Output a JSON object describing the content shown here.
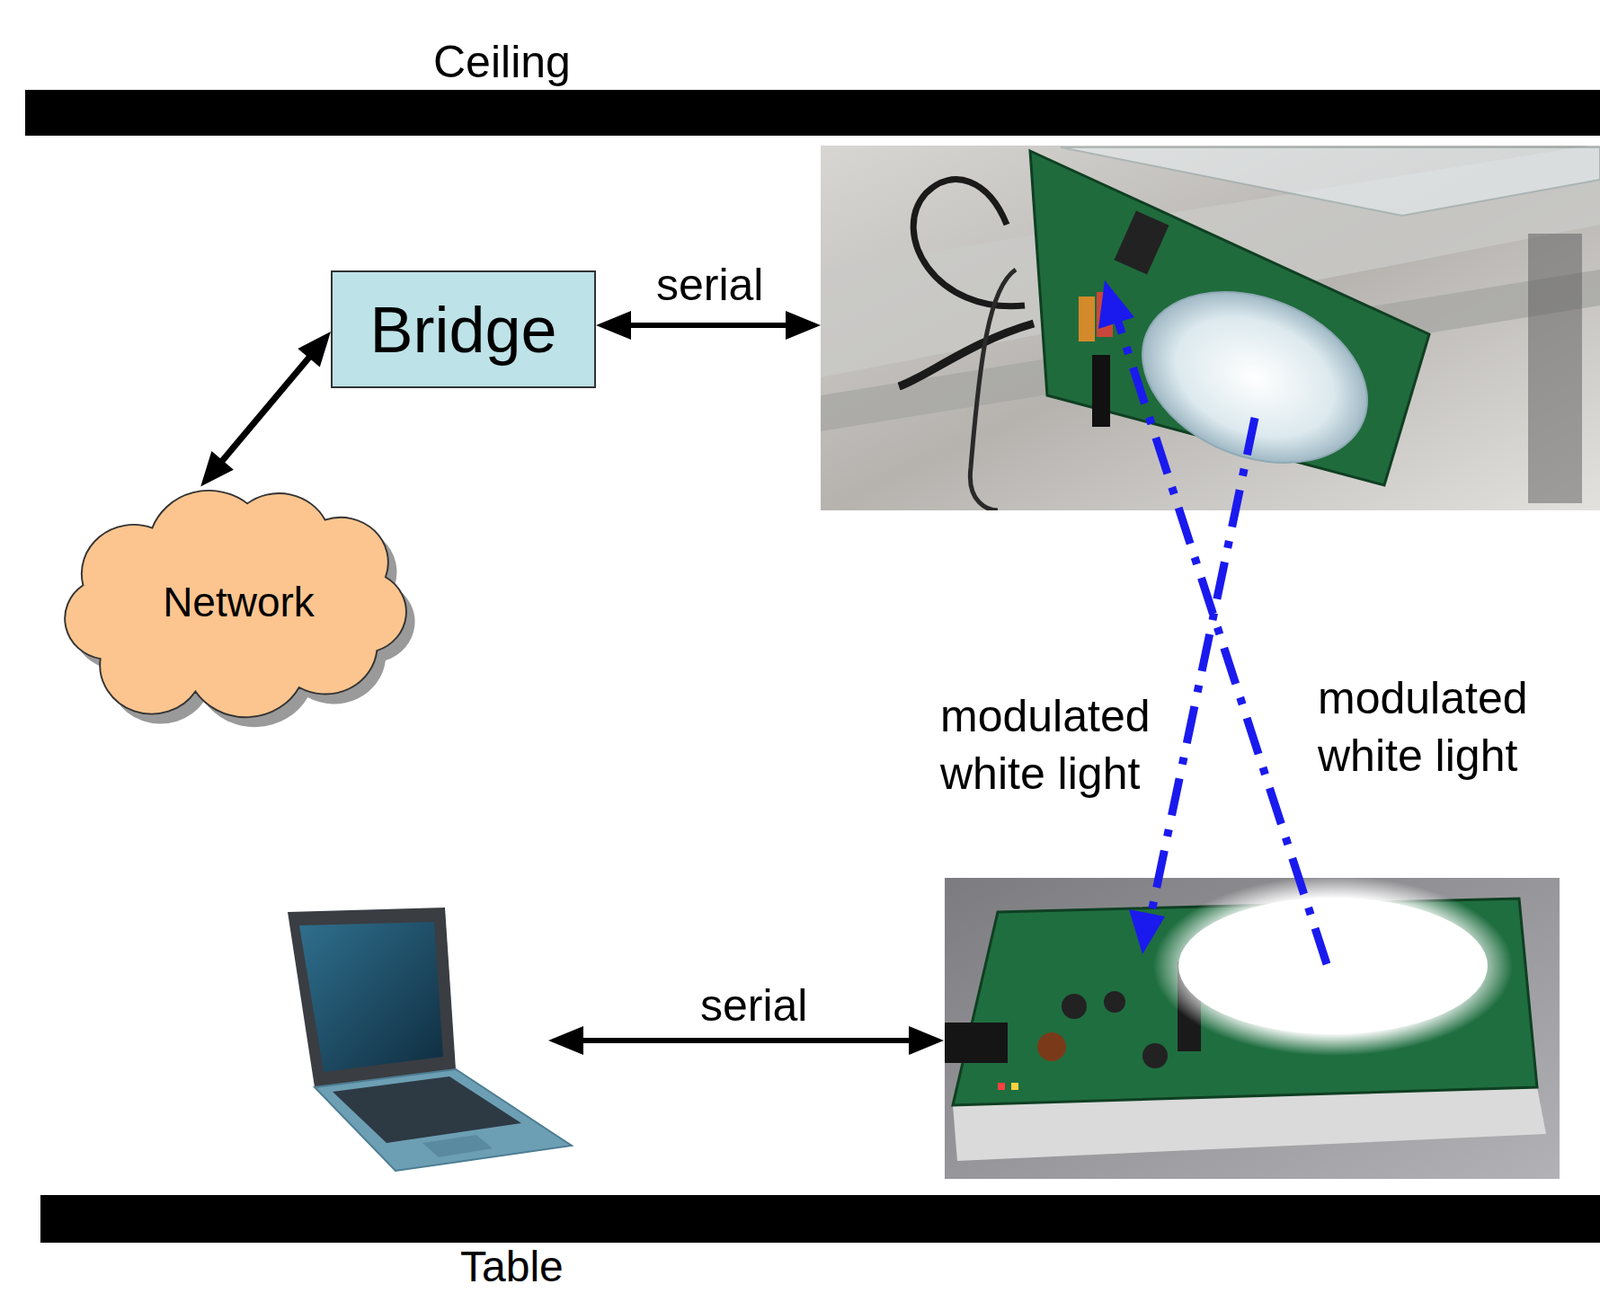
{
  "diagram": {
    "nodes": [
      {
        "text": [
          "Bridge"
        ]
      },
      {
        "text": [
          "Network"
        ]
      }
    ],
    "edges": [
      {
        "from": 0,
        "to": 1,
        "arrow": "both"
      }
    ],
    "labels": [
      "Ceiling",
      "serial",
      "modulated white light",
      "modulated white light",
      "serial",
      "Table"
    ]
  }
}
